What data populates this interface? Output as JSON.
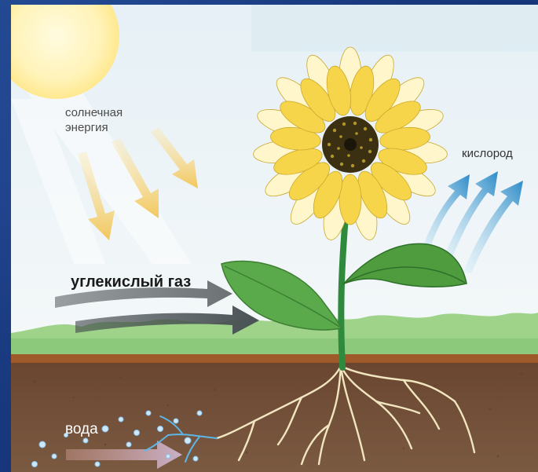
{
  "labels": {
    "solar_energy": "солнечная\nэнергия",
    "oxygen": "кислород",
    "carbon_dioxide": "углекислый газ",
    "water": "вода"
  },
  "colors": {
    "frame": "#1d3f86",
    "sky": "#eaf3f8",
    "sun": "#fff7c8",
    "sun_arrows": "#f3d27a",
    "co2_arrows": "#555b60",
    "oxygen_arrows": "#3a9ad0",
    "water_arrow": "#c79a9a",
    "grass": "#8cc97a",
    "soil": "#6e4e38",
    "stem": "#2f8a3e",
    "petals": "#f7d54a",
    "center": "#3b3012",
    "roots": "#efe2b8"
  }
}
